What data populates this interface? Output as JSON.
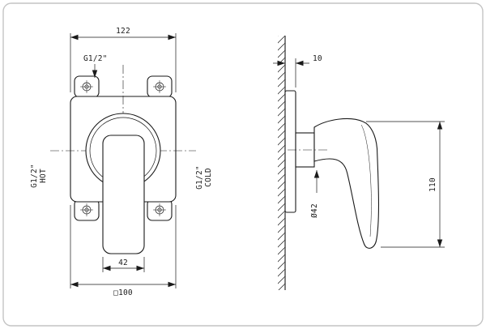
{
  "front_view": {
    "dim_overall_width": "122",
    "dim_top_inlet": "G1/2\"",
    "dim_left_inlet": "G1/2\"",
    "dim_left_inlet_label": "HOT",
    "dim_right_inlet": "G1/2\"",
    "dim_right_inlet_label": "COLD",
    "dim_handle_width": "42",
    "dim_plate_size": "□100"
  },
  "side_view": {
    "dim_plate_depth": "10",
    "dim_body_diameter": "Ø42",
    "dim_handle_height": "110"
  },
  "style": {
    "line_color": "#1a1a1a",
    "border_color": "#c4c4c4",
    "background": "#ffffff"
  }
}
